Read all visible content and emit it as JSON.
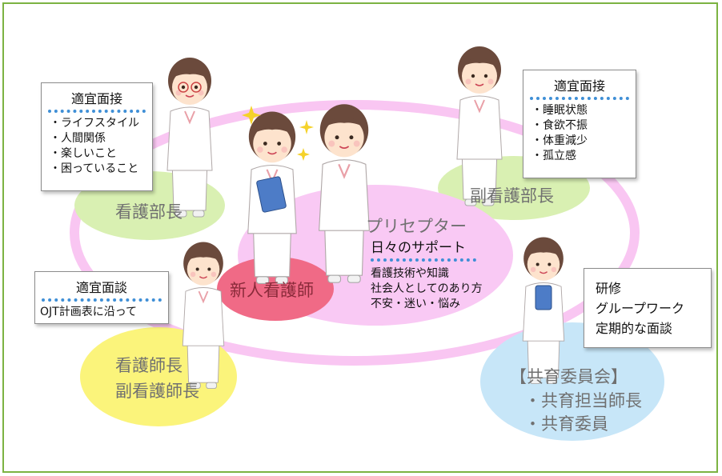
{
  "center": {
    "new_nurse": "新人看護師",
    "preceptor": "プリセプター",
    "daily_support": "日々のサポート",
    "support_items": [
      "看護技術や知識",
      "社会人としてのあり方",
      "不安・迷い・悩み"
    ]
  },
  "roles": {
    "head_nurse_director": "看護部長",
    "deputy_director": "副看護部長",
    "ward_head_line1": "看護師長",
    "ward_head_line2": "副看護師長",
    "committee_title": "【共育委員会】",
    "committee_members": [
      "・共育担当師長",
      "・共育委員"
    ]
  },
  "callouts": {
    "director_interview": {
      "title": "適宜面接",
      "items": [
        "・ライフスタイル",
        "・人間関係",
        "・楽しいこと",
        "・困っていること"
      ]
    },
    "deputy_interview": {
      "title": "適宜面接",
      "items": [
        "・睡眠状態",
        "・食欲不振",
        "・体重減少",
        "・孤立感"
      ]
    },
    "ward_talk": {
      "title": "適宜面談",
      "items": [
        "OJT計画表に沿って"
      ]
    },
    "committee_activities": {
      "items": [
        "研修",
        "グループワーク",
        "定期的な面談"
      ]
    }
  },
  "colors": {
    "frame": "#7cb342",
    "ring": "#f9c6f2",
    "center_pink": "#f9c9f4",
    "new_nurse_red": "#f06a86",
    "green_bubble": "#d9f0b2",
    "yellow_bubble": "#fbf47b",
    "blue_bubble": "#c7e6f8",
    "dots": "#3f8fd6"
  }
}
